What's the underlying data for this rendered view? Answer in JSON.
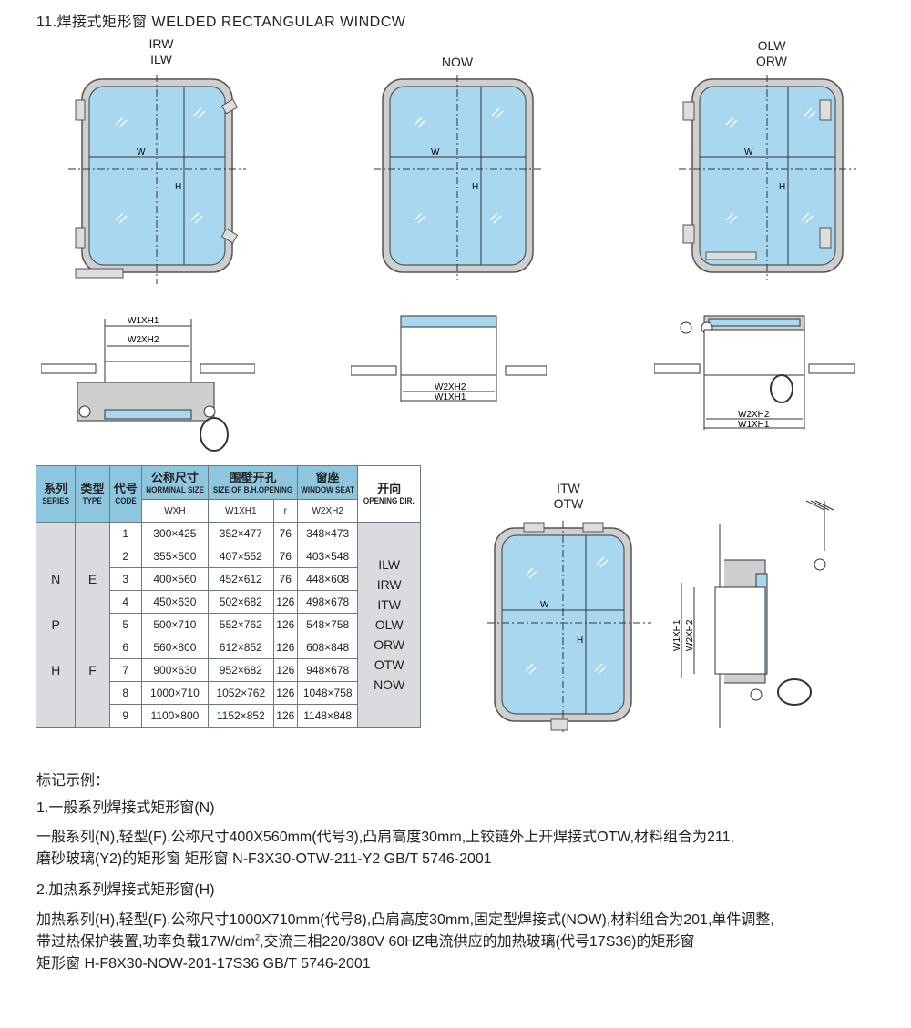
{
  "title": "11.焊接式矩形窗  WELDED RECTANGULAR WINDCW",
  "diagram_labels": {
    "irw": "IRW",
    "ilw": "ILW",
    "now": "NOW",
    "olw": "OLW",
    "orw": "ORW",
    "itw": "ITW",
    "otw": "OTW",
    "w": "W",
    "h": "H",
    "w1xh1": "W1XH1",
    "w2xh2": "W2XH2"
  },
  "table": {
    "headers": {
      "series_cn": "系列",
      "series_en": "SERIES",
      "type_cn": "类型",
      "type_en": "TYPE",
      "code_cn": "代号",
      "code_en": "CODE",
      "nominal_cn": "公称尺寸",
      "nominal_en": "NORMINAL SIZE",
      "opening_cn": "围壁开孔",
      "opening_en": "SIZE OF B.H.OPENING",
      "seat_cn": "窗座",
      "seat_en": "WINDOW SEAT",
      "dir_cn": "开向",
      "dir_en": "OPENING DIR.",
      "sub_wxh": "WXH",
      "sub_w1xh1": "W1XH1",
      "sub_r": "r",
      "sub_w2xh2": "W2XH2"
    },
    "series": [
      "N",
      "P",
      "H"
    ],
    "types": [
      "E",
      "F"
    ],
    "directions": [
      "ILW",
      "IRW",
      "ITW",
      "OLW",
      "ORW",
      "OTW",
      "NOW"
    ],
    "rows": [
      {
        "code": "1",
        "size": "300×425",
        "opening": "352×477",
        "r": "76",
        "seat": "348×473"
      },
      {
        "code": "2",
        "size": "355×500",
        "opening": "407×552",
        "r": "76",
        "seat": "403×548"
      },
      {
        "code": "3",
        "size": "400×560",
        "opening": "452×612",
        "r": "76",
        "seat": "448×608"
      },
      {
        "code": "4",
        "size": "450×630",
        "opening": "502×682",
        "r": "126",
        "seat": "498×678"
      },
      {
        "code": "5",
        "size": "500×710",
        "opening": "552×762",
        "r": "126",
        "seat": "548×758"
      },
      {
        "code": "6",
        "size": "560×800",
        "opening": "612×852",
        "r": "126",
        "seat": "608×848"
      },
      {
        "code": "7",
        "size": "900×630",
        "opening": "952×682",
        "r": "126",
        "seat": "948×678"
      },
      {
        "code": "8",
        "size": "1000×710",
        "opening": "1052×762",
        "r": "126",
        "seat": "1048×758"
      },
      {
        "code": "9",
        "size": "1100×800",
        "opening": "1152×852",
        "r": "126",
        "seat": "1148×848"
      }
    ]
  },
  "notes": {
    "heading": "标记示例：",
    "ex1_title": "1.一般系列焊接式矩形窗(N)",
    "ex1_line1": "一般系列(N),轻型(F),公称尺寸400X560mm(代号3),凸肩高度30mm,上铰链外上开焊接式OTW,材料组合为211,",
    "ex1_line2": "磨砂玻璃(Y2)的矩形窗        矩形窗  N-F3X30-OTW-211-Y2  GB/T 5746-2001",
    "ex2_title": "2.加热系列焊接式矩形窗(H)",
    "ex2_line1": "加热系列(H),轻型(F),公称尺寸1000X710mm(代号8),凸肩高度30mm,固定型焊接式(NOW),材料组合为201,单件调整,",
    "ex2_line2a": "带过热保护装置,功率负载17W/dm",
    "ex2_sup": "2",
    "ex2_line2b": ",交流三相220/380V 60HZ电流供应的加热玻璃(代号17S36)的矩形窗",
    "ex2_line3": "矩形窗  H-F8X30-NOW-201-17S36  GB/T 5746-2001"
  },
  "colors": {
    "glass": "#a8d8f0",
    "frame": "#c9c9c9",
    "header": "#8fc6df",
    "cell_gray": "#d9dbde"
  }
}
